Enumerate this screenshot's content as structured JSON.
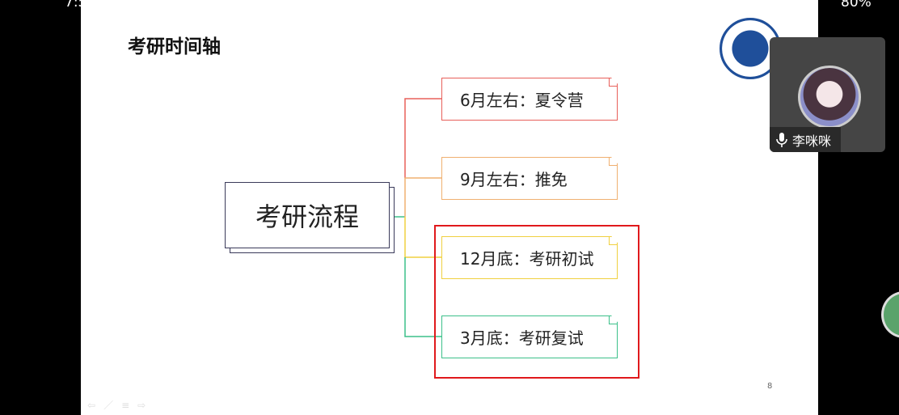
{
  "status_bar": {
    "time": "7:5",
    "battery": "80%"
  },
  "slide": {
    "title": "考研时间轴",
    "root": "考研流程",
    "branches": [
      {
        "label": "6月左右：夏令营",
        "color": "#e8605a"
      },
      {
        "label": "9月左右：推免",
        "color": "#f0b070"
      },
      {
        "label": "12月底：考研初试",
        "color": "#f0d040"
      },
      {
        "label": "3月底：考研复试",
        "color": "#3cc08a"
      }
    ],
    "highlight_color": "#e0191c",
    "page_number": "8"
  },
  "participant": {
    "name": "李咪咪"
  }
}
